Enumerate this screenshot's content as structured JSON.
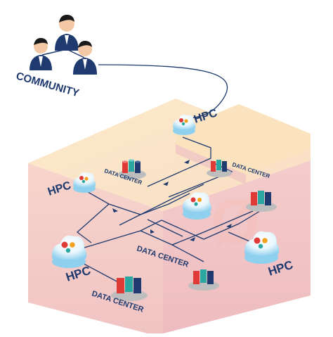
{
  "labels": {
    "community": "COMMUNITY",
    "hpc": "HPC",
    "data_center": "DATA CENTER"
  },
  "colors": {
    "block_top": "#fbe6c4",
    "block_left": "#f6d2cf",
    "block_right": "#f3c8c6",
    "line": "#1e3a6e",
    "cloud": "#8fd0ee",
    "label": "#1e3a6e",
    "storage_red": "#e03a36",
    "storage_teal": "#2aa7a1",
    "storage_navy": "#1e3a6e"
  },
  "icons": [
    "community-people-icon",
    "hpc-cloud-gears-icon",
    "data-center-storage-icon"
  ]
}
